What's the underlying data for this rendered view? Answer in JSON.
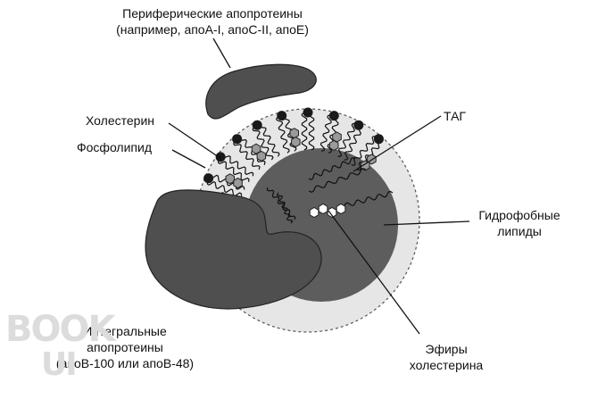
{
  "labels": {
    "peripheral_line1": "Периферические апопротеины",
    "peripheral_line2": "(например, апоА-I, апоС-II, апоЕ)",
    "cholesterol": "Холестерин",
    "phospholipid": "Фосфолипид",
    "tag": "ТАГ",
    "hydrophobic_line1": "Гидрофобные",
    "hydrophobic_line2": "липиды",
    "integral_line1": "Интегральные",
    "integral_line2": "апопротеины",
    "integral_line3": "(апоВ-100 или апоВ-48)",
    "esters_line1": "Эфиры",
    "esters_line2": "холестерина"
  },
  "watermark": {
    "line1": "BOOK",
    "line2": "UI"
  },
  "colors": {
    "outer_shell": "#e6e6e6",
    "core": "#5d5d5d",
    "protein": "#4f4f4f",
    "ring": "#9a9a9a",
    "ink": "#111111"
  }
}
